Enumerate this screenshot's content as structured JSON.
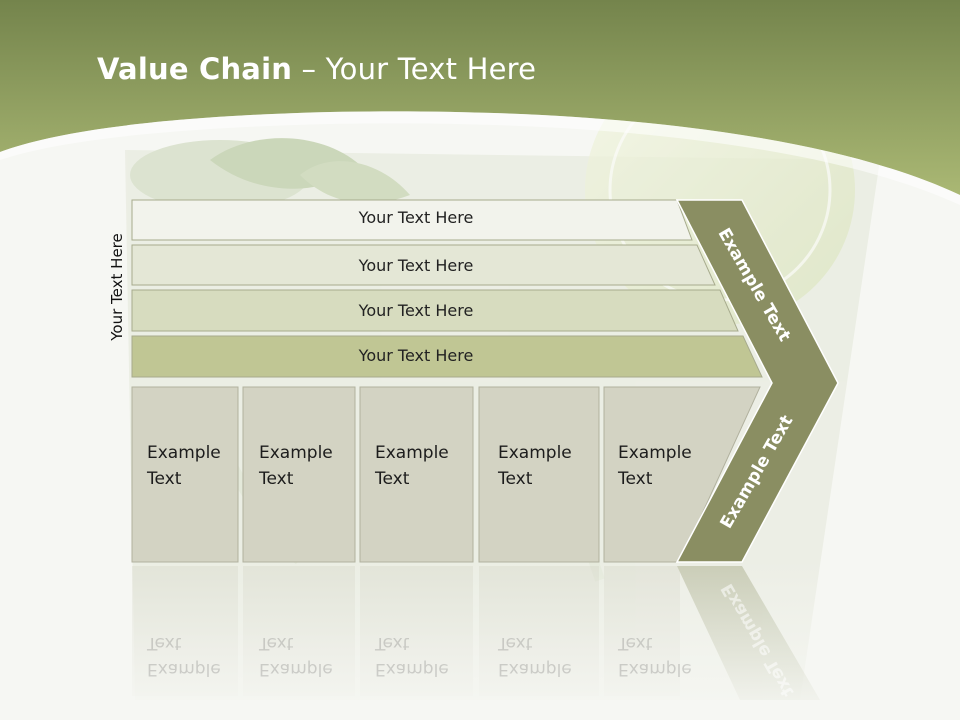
{
  "slide": {
    "title_bold": "Value Chain",
    "title_rest": " – Your Text Here",
    "side_label": "Your Text Here",
    "bars": [
      {
        "label": "Your Text Here"
      },
      {
        "label": "Your Text Here"
      },
      {
        "label": "Your Text Here"
      },
      {
        "label": "Your Text Here"
      }
    ],
    "cells": [
      {
        "line1": "Example",
        "line2": "Text"
      },
      {
        "line1": "Example",
        "line2": "Text"
      },
      {
        "line1": "Example",
        "line2": "Text"
      },
      {
        "line1": "Example",
        "line2": "Text"
      },
      {
        "line1": "Example",
        "line2": "Text"
      }
    ],
    "chevron": {
      "top_label": "Example Text",
      "bottom_label": "Example Text"
    }
  },
  "colors": {
    "header": "#8a9a5b",
    "chevron": "#8a8e62",
    "bar_light": "#f2f3ec",
    "bar_dark": "#c0c694",
    "cell": "#d3d3c3"
  }
}
